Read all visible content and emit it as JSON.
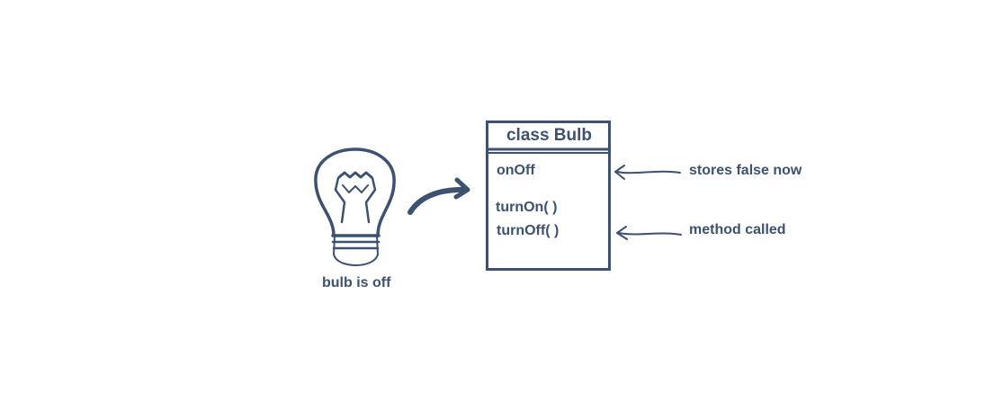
{
  "colors": {
    "ink": "#3d5170"
  },
  "bulb": {
    "icon": "lightbulb-icon",
    "caption": "bulb is off"
  },
  "class_box": {
    "title": "class Bulb",
    "fields": [
      "onOff"
    ],
    "methods": [
      "turnOn( )",
      "turnOff( )"
    ]
  },
  "annotations": {
    "field_note": "stores false now",
    "method_note": "method called"
  }
}
